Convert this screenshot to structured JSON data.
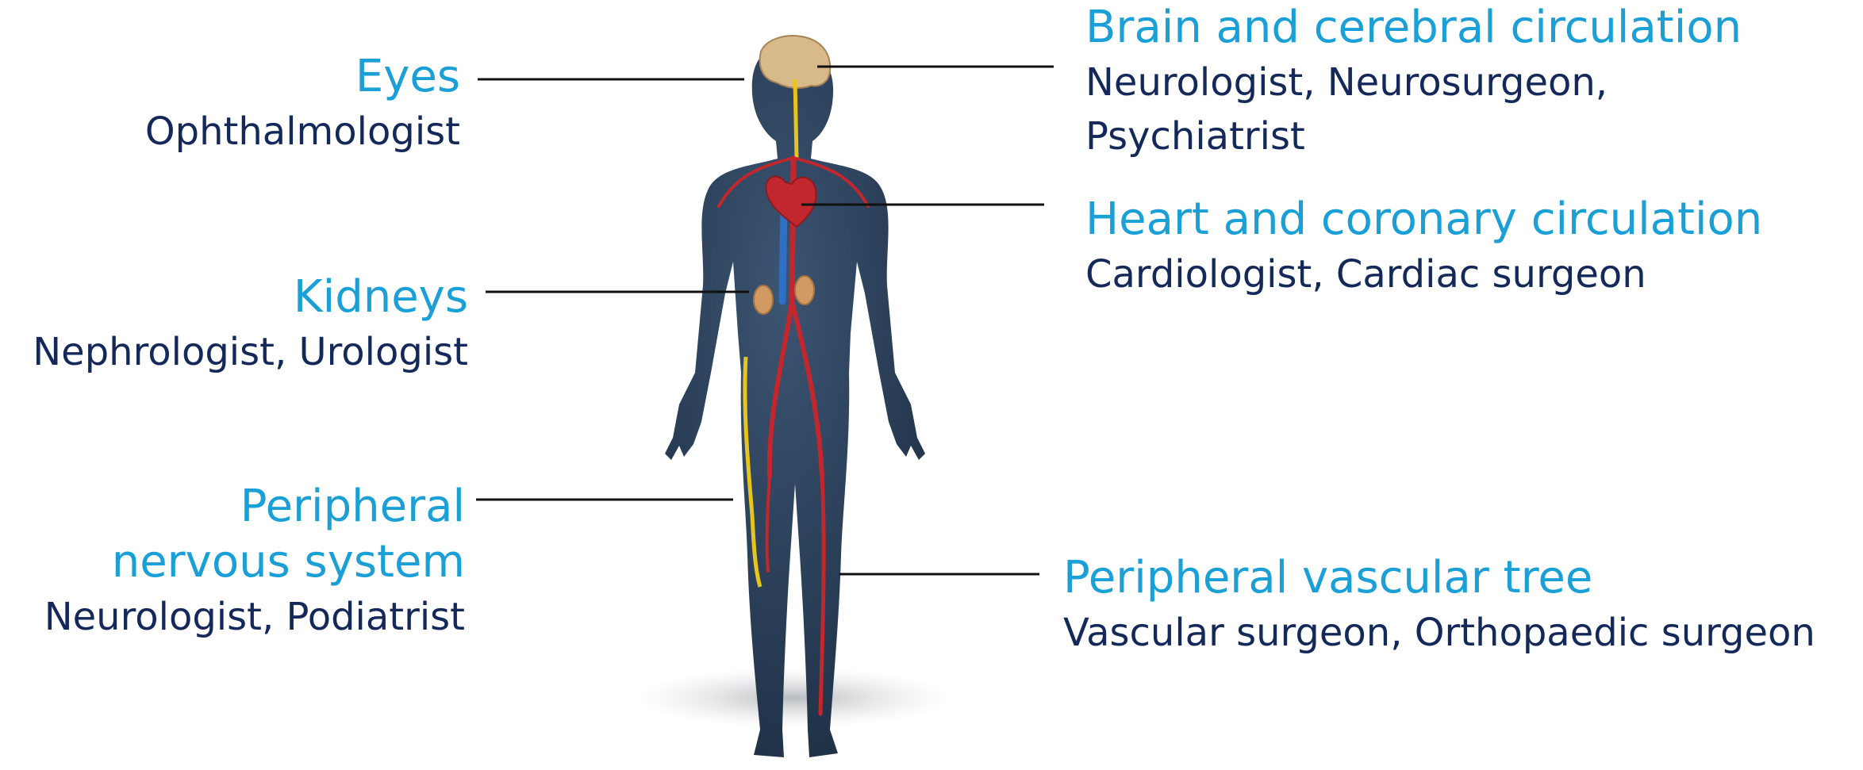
{
  "colors": {
    "title": "#1a9fd6",
    "specialist": "#14285a",
    "body": "#2b3f55",
    "artery": "#c1272d",
    "vein": "#2f6fc4",
    "nerve": "#e8c51c",
    "brain": "#d8b98a"
  },
  "labels": {
    "eyes": {
      "title": "Eyes",
      "specialists": "Ophthalmologist"
    },
    "kidneys": {
      "title": "Kidneys",
      "specialists": "Nephrologist, Urologist"
    },
    "peripheral_nervous": {
      "title_line1": "Peripheral",
      "title_line2": "nervous system",
      "specialists": "Neurologist, Podiatrist"
    },
    "brain": {
      "title": "Brain and cerebral circulation",
      "specialists_line1": "Neurologist, Neurosurgeon,",
      "specialists_line2": "Psychiatrist"
    },
    "heart": {
      "title": "Heart and coronary circulation",
      "specialists": "Cardiologist, Cardiac surgeon"
    },
    "peripheral_vascular": {
      "title": "Peripheral vascular tree",
      "specialists": "Vascular surgeon, Orthopaedic surgeon"
    }
  }
}
